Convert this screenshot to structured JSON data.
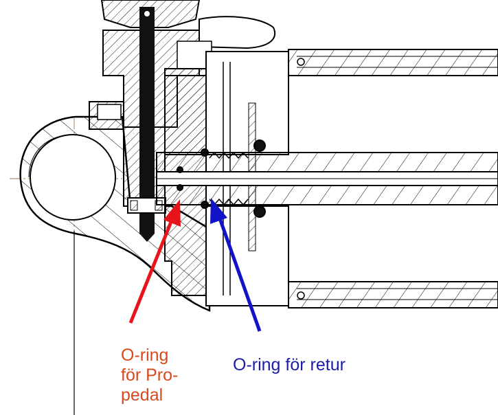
{
  "annotations": {
    "propedal": {
      "lines": [
        "O-ring",
        "för Pro-",
        "pedal"
      ],
      "color": "#d9481f",
      "arrow_color": "#e8141b"
    },
    "retur": {
      "text": "O-ring för retur",
      "color": "#1c1ca8",
      "arrow_color": "#1212c8"
    }
  },
  "drawing": {
    "line_color": "#000000",
    "centerline_color": "#b4966e"
  }
}
